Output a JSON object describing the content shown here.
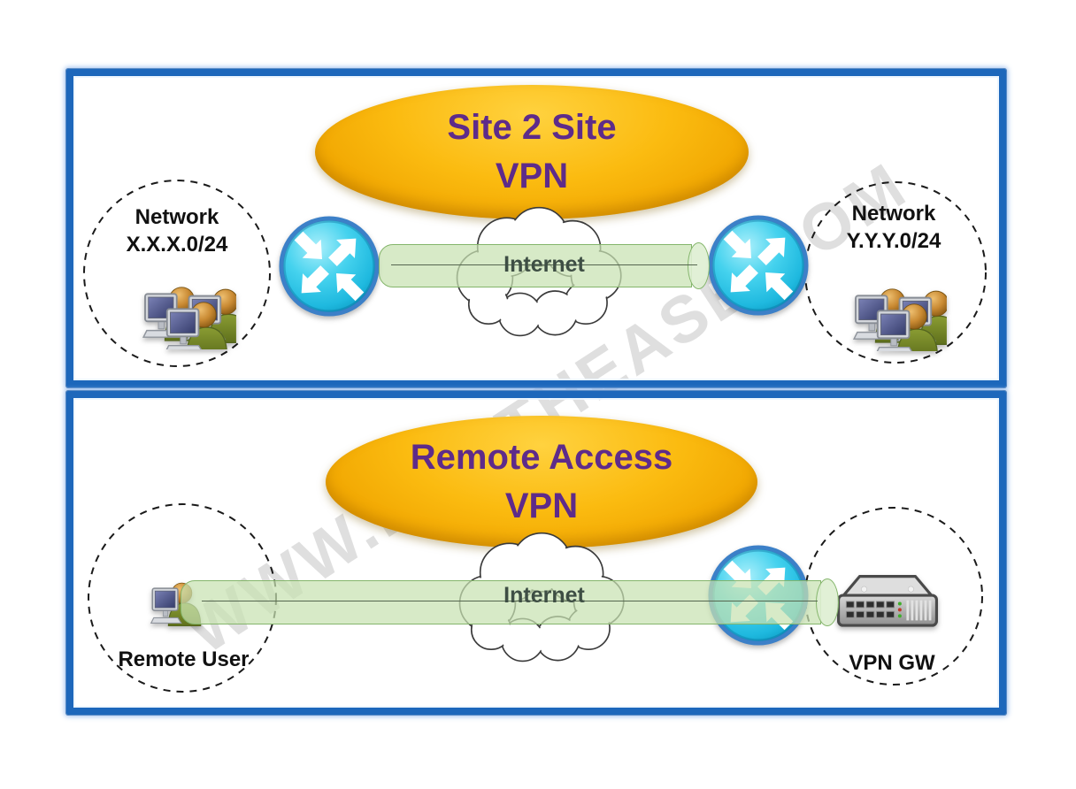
{
  "diagram": {
    "watermark": "WWW.IPWITHEASE.COM",
    "panels": [
      {
        "title": {
          "line1": "Site 2 Site",
          "line2": "VPN"
        },
        "internet_label": "Internet",
        "left_network": {
          "line1": "Network",
          "line2": "X.X.X.0/24"
        },
        "right_network": {
          "line1": "Network",
          "line2": "Y.Y.Y.0/24"
        }
      },
      {
        "title": {
          "line1": "Remote Access",
          "line2": "VPN"
        },
        "internet_label": "Internet",
        "left_label": "Remote User",
        "right_label": "VPN GW"
      }
    ],
    "colors": {
      "panel_border": "#1D67BB",
      "title_fill_top": "#FFD23F",
      "title_fill_bottom": "#DB9600",
      "title_text": "#5E2B8A",
      "tunnel_fill": "#C7E2B1",
      "tunnel_border": "#84B56B",
      "router_fill": "#2FC8EA",
      "internet_text": "#3E4E44",
      "label_text": "#111111",
      "watermark_text": "#CDCDCD"
    }
  }
}
